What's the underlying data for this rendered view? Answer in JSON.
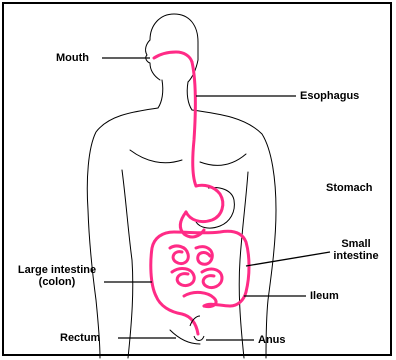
{
  "colors": {
    "background": "#ffffff",
    "outline": "#000000",
    "tract": "#ff2b86"
  },
  "labels": {
    "mouth": "Mouth",
    "esophagus": "Esophagus",
    "stomach": "Stomach",
    "small_intestine_line1": "Small",
    "small_intestine_line2": "intestine",
    "large_intestine_line1": "Large intestine",
    "large_intestine_line2": "(colon)",
    "ileum": "Ileum",
    "rectum": "Rectum",
    "anus": "Anus"
  }
}
